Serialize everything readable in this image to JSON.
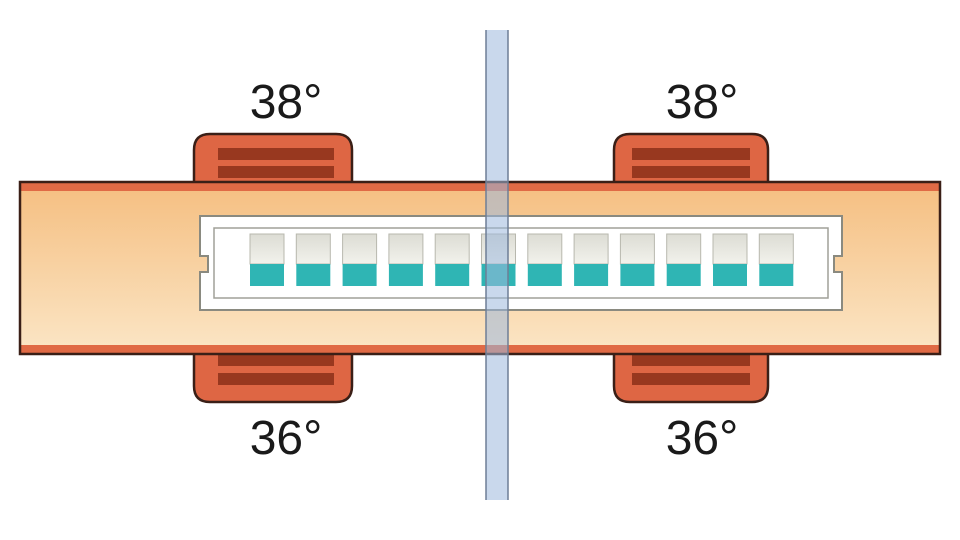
{
  "temperatures": {
    "top_left": "38°",
    "top_right": "38°",
    "bottom_left": "36°",
    "bottom_right": "36°"
  },
  "wells": {
    "count": 12
  },
  "colors": {
    "channel_fill_top": "#f5be80",
    "channel_fill_bottom": "#fbe3bf",
    "channel_border": "#3a1f17",
    "channel_wall": "#e06a45",
    "heater_body": "#de6644",
    "heater_stripe": "#98381f",
    "well_empty": "#e6e6df",
    "well_liquid": "#2fb5b4",
    "chip_body": "#ffffff",
    "beam": "#9db8dc"
  }
}
